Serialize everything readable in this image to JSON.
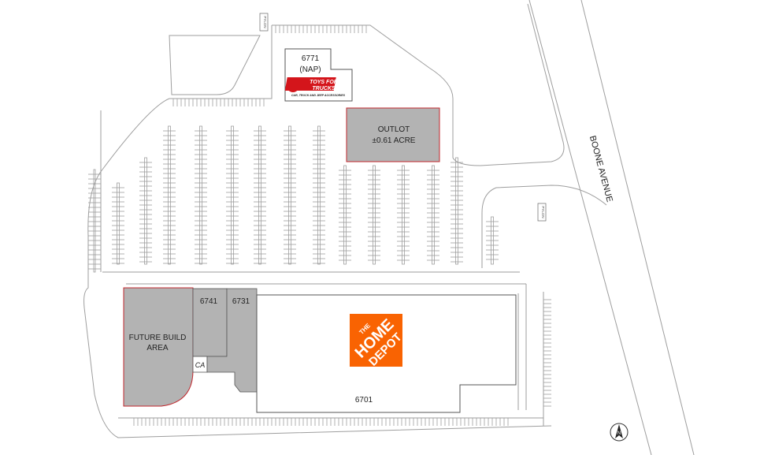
{
  "map": {
    "street": "BOONE AVENUE",
    "pylon_label": "PYLON",
    "outlot": {
      "line1": "OUTLOT",
      "line2": "±0.61 ACRE"
    },
    "nap_building": {
      "number": "6771",
      "status": "(NAP)",
      "tenant_logo_line1": "TOYS FOR",
      "tenant_logo_line2": "TRUCKS",
      "tenant_tagline": "CAR, TRUCK AND JEEP ACCESSORIES"
    },
    "future_area": {
      "line1": "FUTURE BUILD",
      "line2": "AREA"
    },
    "units": {
      "u6741": "6741",
      "u6731": "6731",
      "u6701": "6701",
      "ca": "CA"
    },
    "anchor_logo": {
      "line1": "THE",
      "line2": "HOME",
      "line3": "DEPOT"
    },
    "compass_label": "N",
    "colors": {
      "highlight_fill": "#b3b3b3",
      "highlight_stroke": "#c0272d",
      "line": "#9e9e9e",
      "anchor_orange": "#f96302",
      "logo_red": "#d4151b"
    }
  }
}
